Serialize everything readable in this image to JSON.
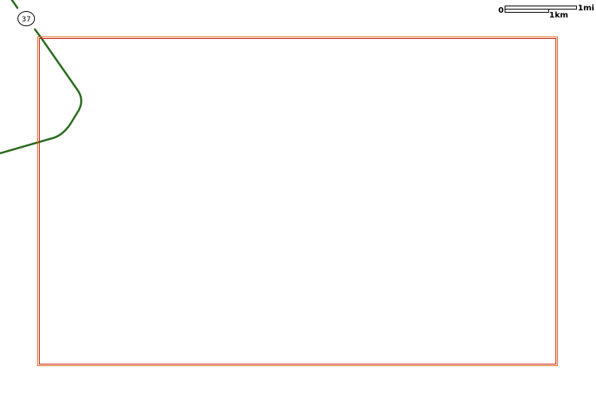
{
  "map": {
    "background_color": "#ffffff",
    "route": {
      "shield_label": "37",
      "line_color": "#2a6b1d"
    },
    "boundary": {
      "outer_color": "#e06a18",
      "inner_color": "#c41e10"
    },
    "scale_bar": {
      "zero_label": "0",
      "mile_label": "1mi",
      "km_label": "1km"
    }
  }
}
